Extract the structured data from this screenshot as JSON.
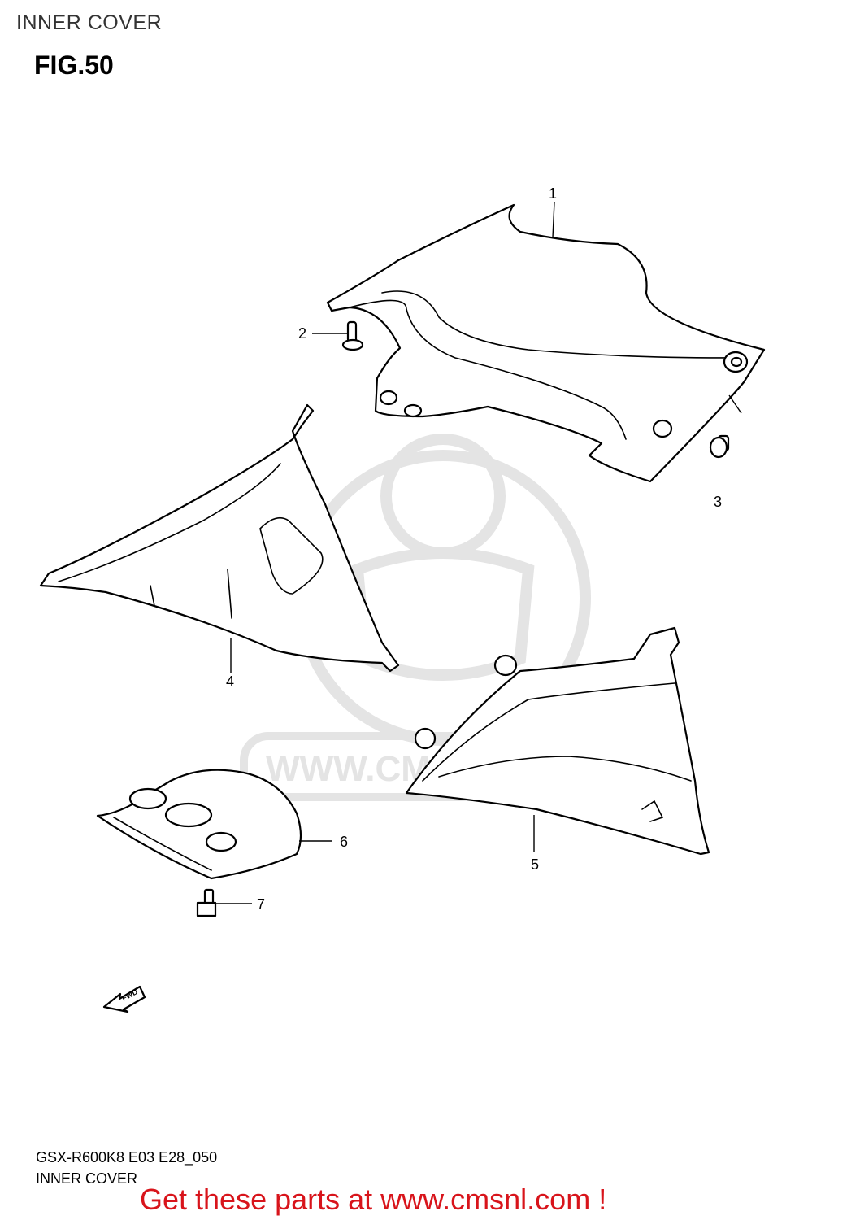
{
  "header": {
    "title": "INNER COVER"
  },
  "figure": {
    "label": "FIG.50"
  },
  "watermark": {
    "text": "WWW.CMSNL.COM"
  },
  "callouts": [
    {
      "id": "callout-1",
      "label": "1"
    },
    {
      "id": "callout-2",
      "label": "2"
    },
    {
      "id": "callout-3",
      "label": "3"
    },
    {
      "id": "callout-4",
      "label": "4"
    },
    {
      "id": "callout-5",
      "label": "5"
    },
    {
      "id": "callout-6",
      "label": "6"
    },
    {
      "id": "callout-7",
      "label": "7"
    }
  ],
  "fwd_arrow": {
    "label": "FWD"
  },
  "footer": {
    "code": "GSX-R600K8 E03 E28_050",
    "name": "INNER COVER"
  },
  "promo": {
    "text": "Get these parts at www.cmsnl.com !",
    "color": "#d8141b"
  }
}
